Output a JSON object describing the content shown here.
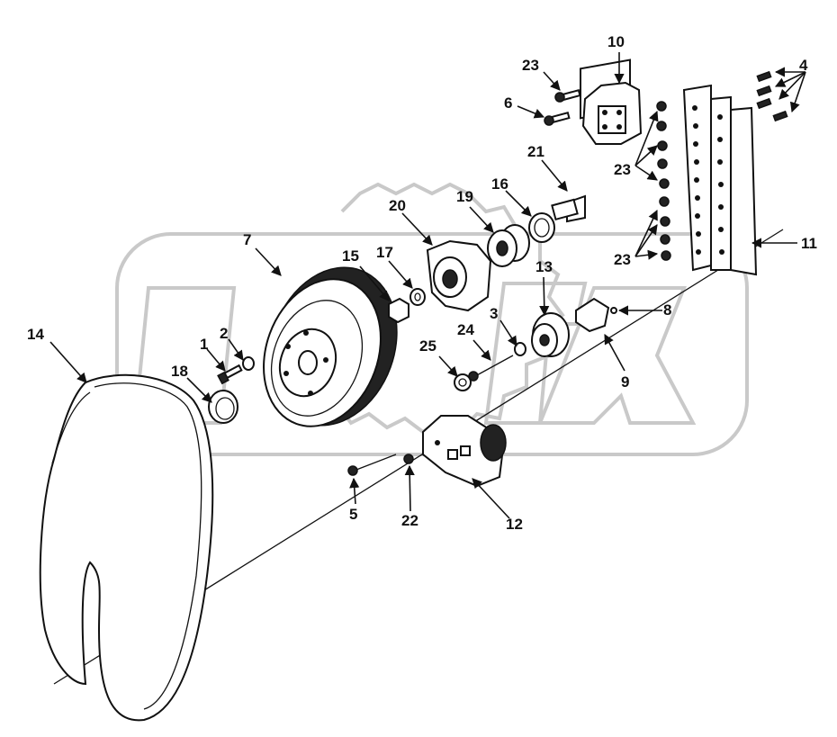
{
  "watermark": "OREX",
  "corner_mark": "",
  "callouts": [
    {
      "id": "c1",
      "text": "1"
    },
    {
      "id": "c2",
      "text": "2"
    },
    {
      "id": "c3",
      "text": "3"
    },
    {
      "id": "c4",
      "text": "4"
    },
    {
      "id": "c5",
      "text": "5"
    },
    {
      "id": "c6",
      "text": "6"
    },
    {
      "id": "c7",
      "text": "7"
    },
    {
      "id": "c8",
      "text": "8"
    },
    {
      "id": "c9",
      "text": "9"
    },
    {
      "id": "c10",
      "text": "10"
    },
    {
      "id": "c11",
      "text": "11"
    },
    {
      "id": "c12",
      "text": "12"
    },
    {
      "id": "c13",
      "text": "13"
    },
    {
      "id": "c14",
      "text": "14"
    },
    {
      "id": "c15",
      "text": "15"
    },
    {
      "id": "c16",
      "text": "16"
    },
    {
      "id": "c17",
      "text": "17"
    },
    {
      "id": "c18",
      "text": "18"
    },
    {
      "id": "c19",
      "text": "19"
    },
    {
      "id": "c20",
      "text": "20"
    },
    {
      "id": "c21",
      "text": "21"
    },
    {
      "id": "c22",
      "text": "22"
    },
    {
      "id": "c23a",
      "text": "23"
    },
    {
      "id": "c23b",
      "text": "23"
    },
    {
      "id": "c23c",
      "text": "23"
    },
    {
      "id": "c24",
      "text": "24"
    },
    {
      "id": "c25",
      "text": "25"
    }
  ]
}
